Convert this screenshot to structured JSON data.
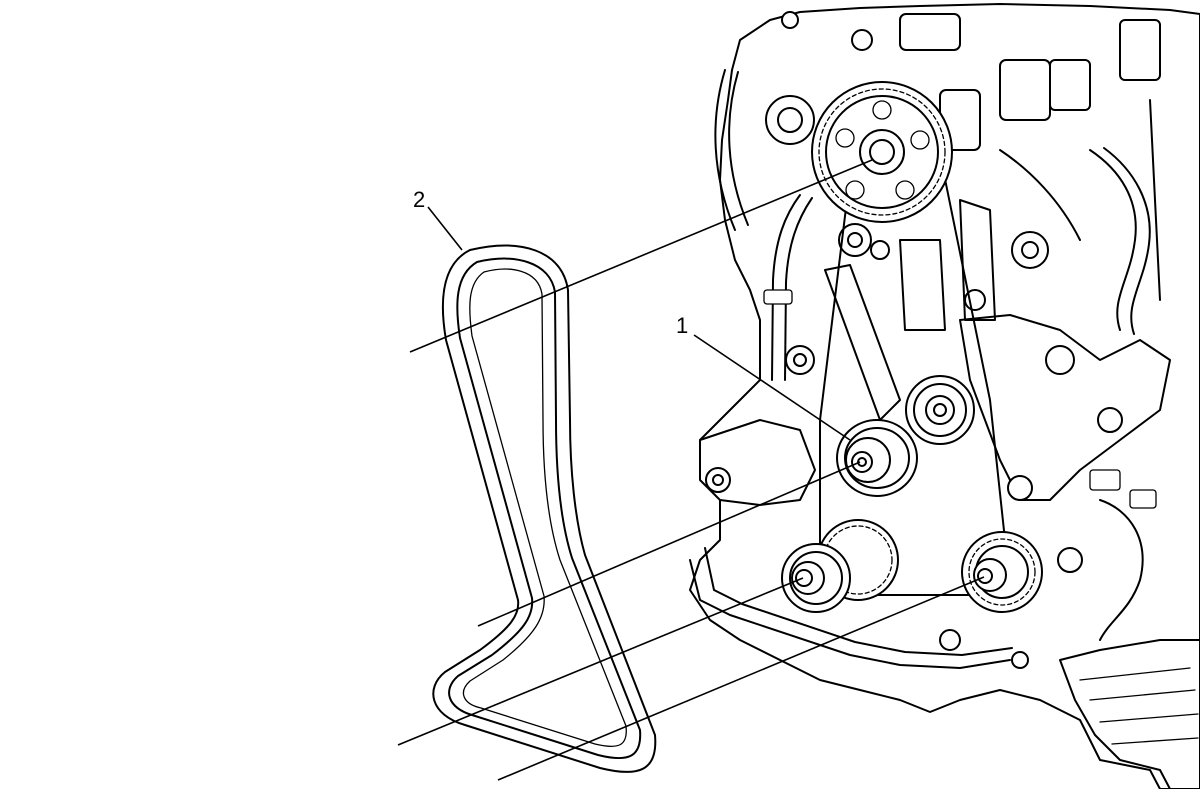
{
  "figure": {
    "callouts": [
      {
        "id": "1",
        "label": "1"
      },
      {
        "id": "2",
        "label": "2"
      }
    ]
  },
  "colors": {
    "line": "#000000",
    "background": "#ffffff"
  }
}
